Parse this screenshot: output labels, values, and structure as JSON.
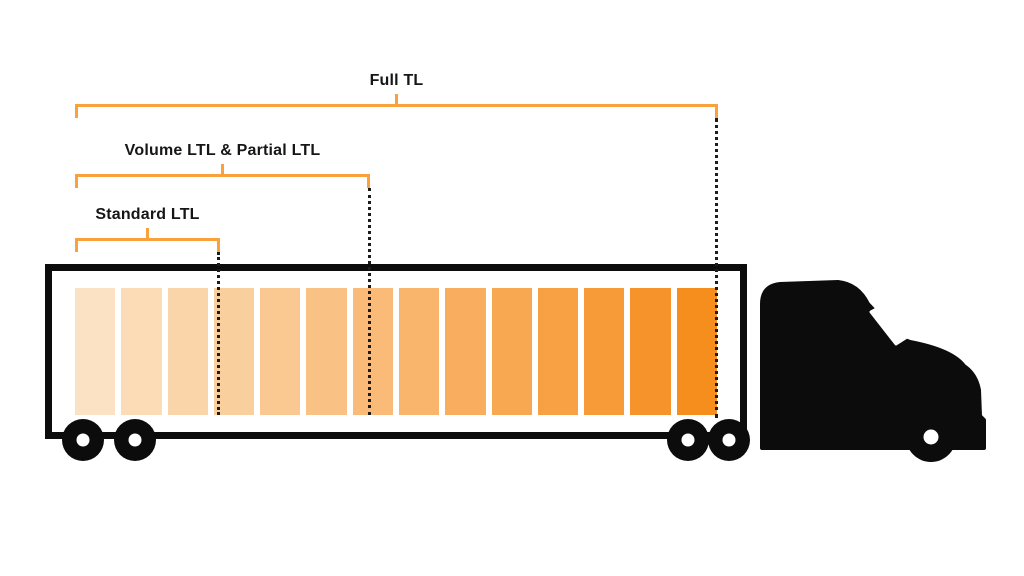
{
  "diagram": {
    "brackets": {
      "full_tl": {
        "label": "Full TL"
      },
      "volume_ltl": {
        "label": "Volume LTL & Partial LTL"
      },
      "standard_ltl": {
        "label": "Standard LTL"
      }
    },
    "colors": {
      "bracket": "#F9A13C",
      "truck_body": "#0C0C0C",
      "dotted_line": "#1C1C1C",
      "cargo_gradient_start": "#FCE2C4",
      "cargo_gradient_end": "#F68E1E"
    },
    "cargo_blocks": [
      "#FCE2C4",
      "#FBDCB7",
      "#FBD5AA",
      "#FACF9E",
      "#FAC891",
      "#F9C284",
      "#F9BB77",
      "#F8B56B",
      "#F8AE5E",
      "#F7A851",
      "#F7A144",
      "#F69B38",
      "#F6942B",
      "#F68E1E"
    ]
  }
}
